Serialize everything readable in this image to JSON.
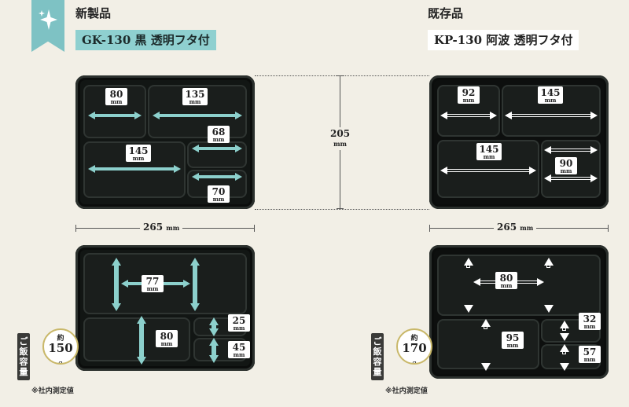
{
  "left": {
    "heading": "新製品",
    "model": "GK-130 黒 透明フタ付",
    "width_dim": {
      "value": "265",
      "unit": "mm"
    },
    "top_labels": [
      {
        "n": "80",
        "u": "mm"
      },
      {
        "n": "135",
        "u": "mm"
      },
      {
        "n": "68",
        "u": "mm"
      },
      {
        "n": "145",
        "u": "mm"
      },
      {
        "n": "70",
        "u": "mm"
      }
    ],
    "bottom_labels": [
      {
        "n": "77",
        "u": "mm"
      },
      {
        "n": "80",
        "u": "mm"
      },
      {
        "n": "25",
        "u": "mm"
      },
      {
        "n": "45",
        "u": "mm"
      }
    ],
    "rice": {
      "label": "ご飯容量",
      "yaku": "約",
      "value": "150",
      "unit": "g"
    },
    "note": "※社内測定値"
  },
  "right": {
    "heading": "既存品",
    "model": "KP-130 阿波 透明フタ付",
    "width_dim": {
      "value": "265",
      "unit": "mm"
    },
    "top_labels": [
      {
        "n": "92",
        "u": "mm"
      },
      {
        "n": "145",
        "u": "mm"
      },
      {
        "n": "145",
        "u": "mm"
      },
      {
        "n": "90",
        "u": "mm"
      }
    ],
    "bottom_labels": [
      {
        "n": "80",
        "u": "mm"
      },
      {
        "n": "95",
        "u": "mm"
      },
      {
        "n": "32",
        "u": "mm"
      },
      {
        "n": "57",
        "u": "mm"
      }
    ],
    "rice": {
      "label": "ご飯容量",
      "yaku": "約",
      "value": "170",
      "unit": "g"
    },
    "note": "※社内測定値"
  },
  "depth_dim": {
    "value": "205",
    "unit": "mm"
  },
  "icons": {
    "sparkle": "sparkle-icon"
  },
  "colors": {
    "accent": "#8fd0d0",
    "tray": "#121614",
    "background": "#f2efe6",
    "rice": "#c8b869"
  }
}
